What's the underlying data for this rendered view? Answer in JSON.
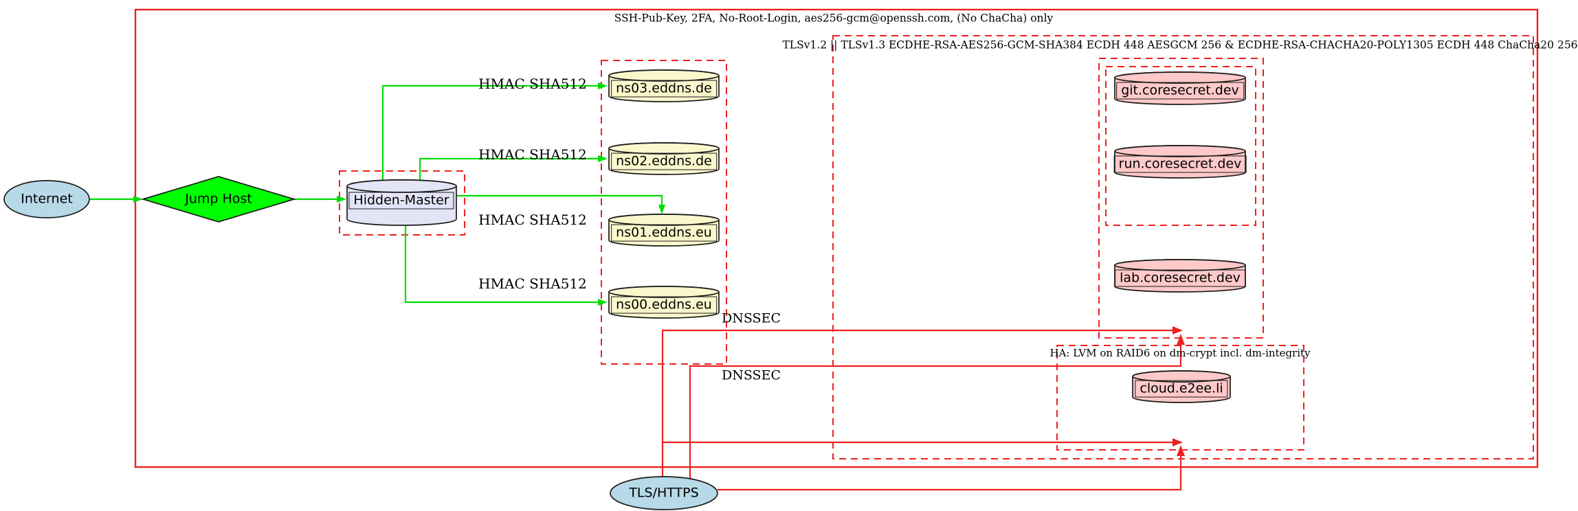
{
  "diagram": {
    "clusters": {
      "ssh": {
        "label": "SSH-Pub-Key, 2FA, No-Root-Login, aes256-gcm@openssh.com, (No ChaCha) only"
      },
      "tls": {
        "label": "TLSv1.2 || TLSv1.3 ECDHE-RSA-AES256-GCM-SHA384 ECDH 448 AESGCM 256 & ECDHE-RSA-CHACHA20-POLY1305 ECDH 448 ChaCha20 256"
      },
      "ha": {
        "label": "HA: LVM on RAID6 on dm-crypt incl. dm-integrity"
      }
    },
    "nodes": {
      "internet": "Internet",
      "jump_host": "Jump Host",
      "hidden_master": "Hidden-Master",
      "ns03": "ns03.eddns.de",
      "ns02": "ns02.eddns.de",
      "ns01": "ns01.eddns.eu",
      "ns00": "ns00.eddns.eu",
      "git": "git.coresecret.dev",
      "run": "run.coresecret.dev",
      "lab": "lab.coresecret.dev",
      "cloud": "cloud.e2ee.li",
      "tls_https": "TLS/HTTPS"
    },
    "edge_labels": {
      "hmac": "HMAC SHA512",
      "dnssec": "DNSSEC"
    },
    "colors": {
      "red": "#ee2020",
      "green": "#00dd00",
      "green-fill": "#00ff00",
      "lightblue": "#b7d9e8",
      "lightyellow": "#fbf7cd",
      "pink": "#ffc9c9",
      "lavender": "#e4e4f7"
    }
  }
}
